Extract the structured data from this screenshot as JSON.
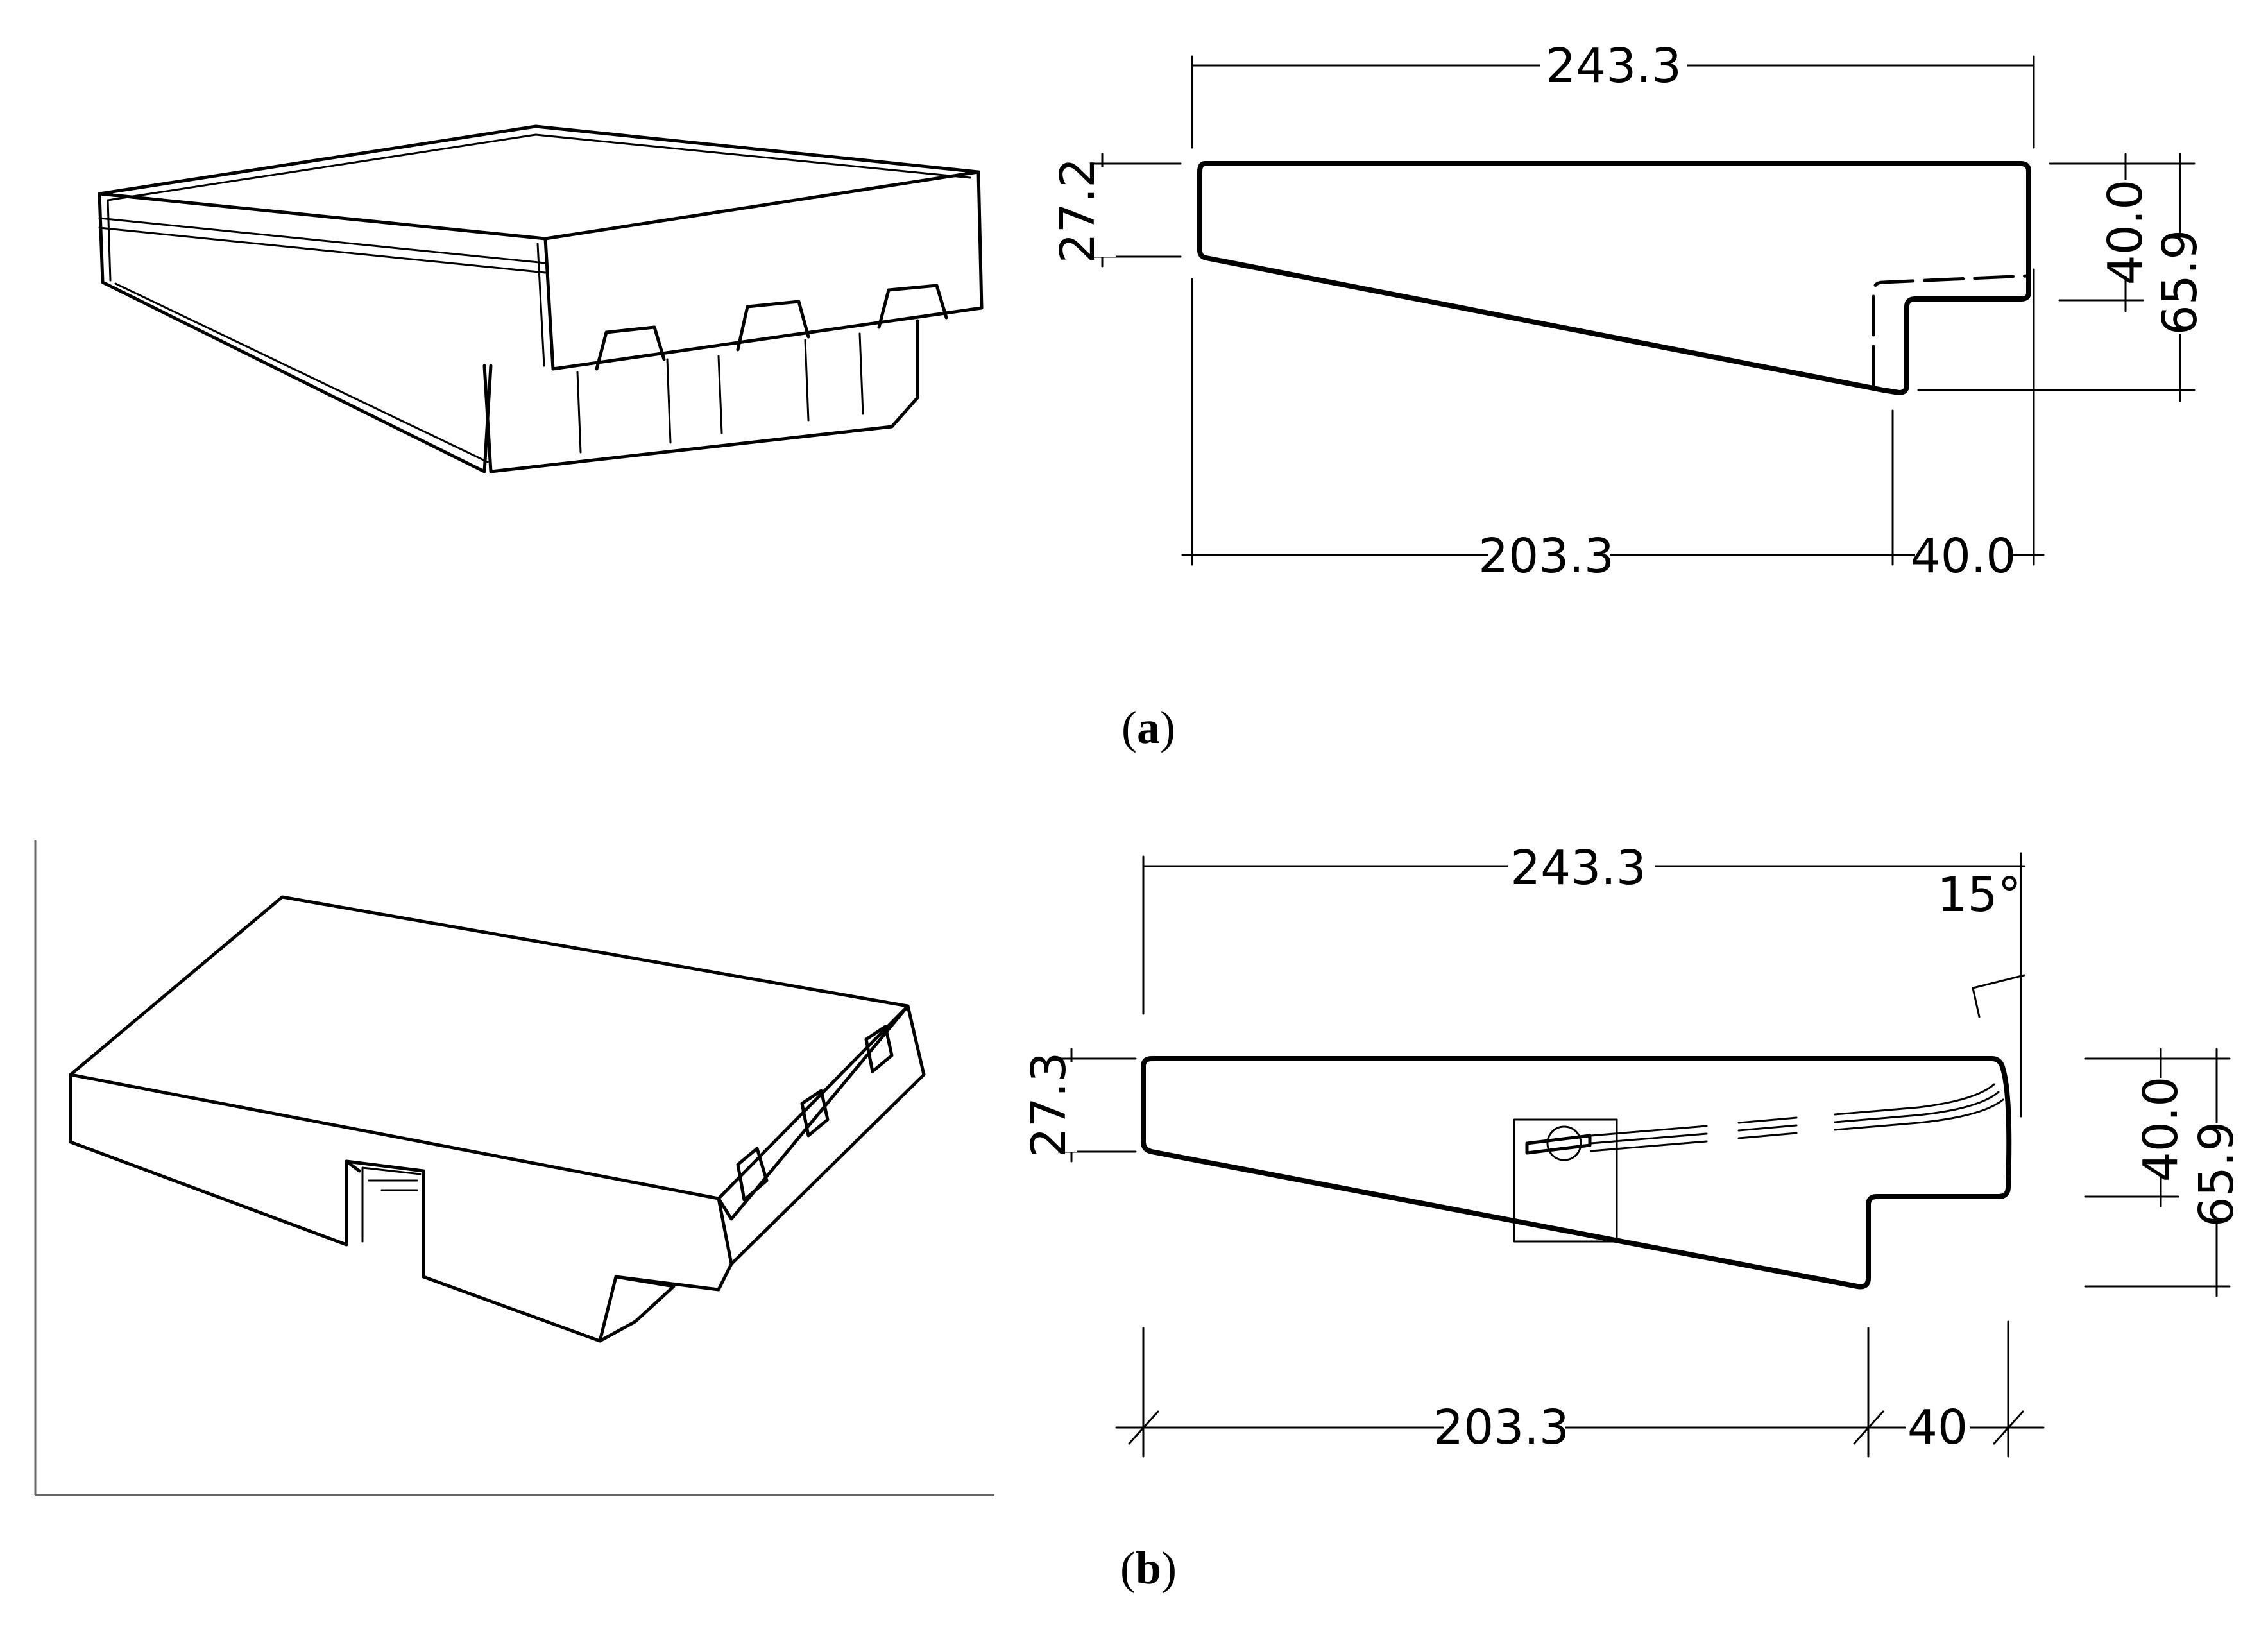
{
  "panel_a": {
    "label": "a",
    "dimensions": {
      "top_width": "243.3",
      "left_height": "27.2",
      "right_inner_height": "40.0",
      "right_total_height": "65.9",
      "bottom_left": "203.3",
      "bottom_right": "40.0"
    }
  },
  "panel_b": {
    "label": "b",
    "dimensions": {
      "top_width": "243.3",
      "angle": "15°",
      "left_height": "27.3",
      "right_inner_height": "40.0",
      "right_total_height": "65.9",
      "bottom_left": "203.3",
      "bottom_right": "40"
    }
  }
}
